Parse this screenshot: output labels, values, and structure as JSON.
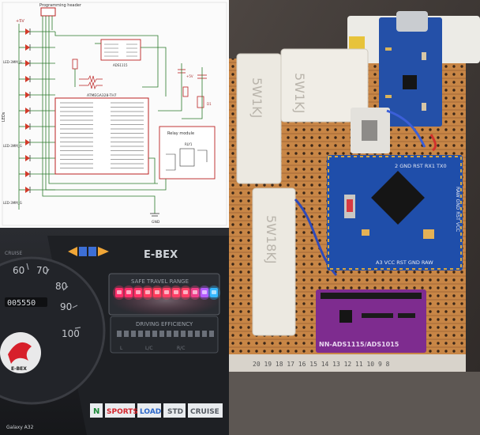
{
  "schematic": {
    "header_label": "Programming header",
    "left_labels": [
      "LED-3MM_G",
      "LEDs",
      "LED-3MM_G",
      "LED-3MM_G"
    ],
    "module_label": "ADS1115",
    "mcu_label": "ATMEGA328-TH7",
    "relay_label": "Relay module",
    "relay_part": "RLY1",
    "gnd_label": "GND"
  },
  "dashboard": {
    "brand": "E-BEX",
    "cruise_tag": "CRUISE",
    "odometer": "005550",
    "gauge_numbers": [
      "60",
      "70",
      "80",
      "90",
      "100"
    ],
    "emblem_text": "E-BEX",
    "safe_range_title": "SAFE TRAVEL RANGE",
    "efficiency_title": "DRIVING EFFICIENCY",
    "efficiency_sub": [
      "L",
      "L/C",
      "R/C"
    ],
    "modes": [
      "N",
      "SPORTS",
      "LOAD",
      "STD",
      "CRUISE"
    ],
    "phone_watermark": "Galaxy A32",
    "led_colors": [
      "#ff2d6a",
      "#ff2d6a",
      "#ff2f65",
      "#ff3a60",
      "#ff3a5a",
      "#ff4066",
      "#ff3f66",
      "#ff3f66",
      "#ee3f88",
      "#b45bff",
      "#35b7ff"
    ]
  },
  "board": {
    "resistors": [
      "5W1KJ",
      "5W1KJ",
      "5W18KJ"
    ],
    "arduino_top_labels": "2 GND RST RX1 TX0",
    "arduino_side_labels": "RAW GND RST VCC",
    "arduino_bottom_labels": "A3 VCC RST GND RAW",
    "ads_label": "NN-ADS1115/ADS1015",
    "strip_numbers": "20 19 18 17 16 15 14 13 12 11 10 9 8"
  }
}
